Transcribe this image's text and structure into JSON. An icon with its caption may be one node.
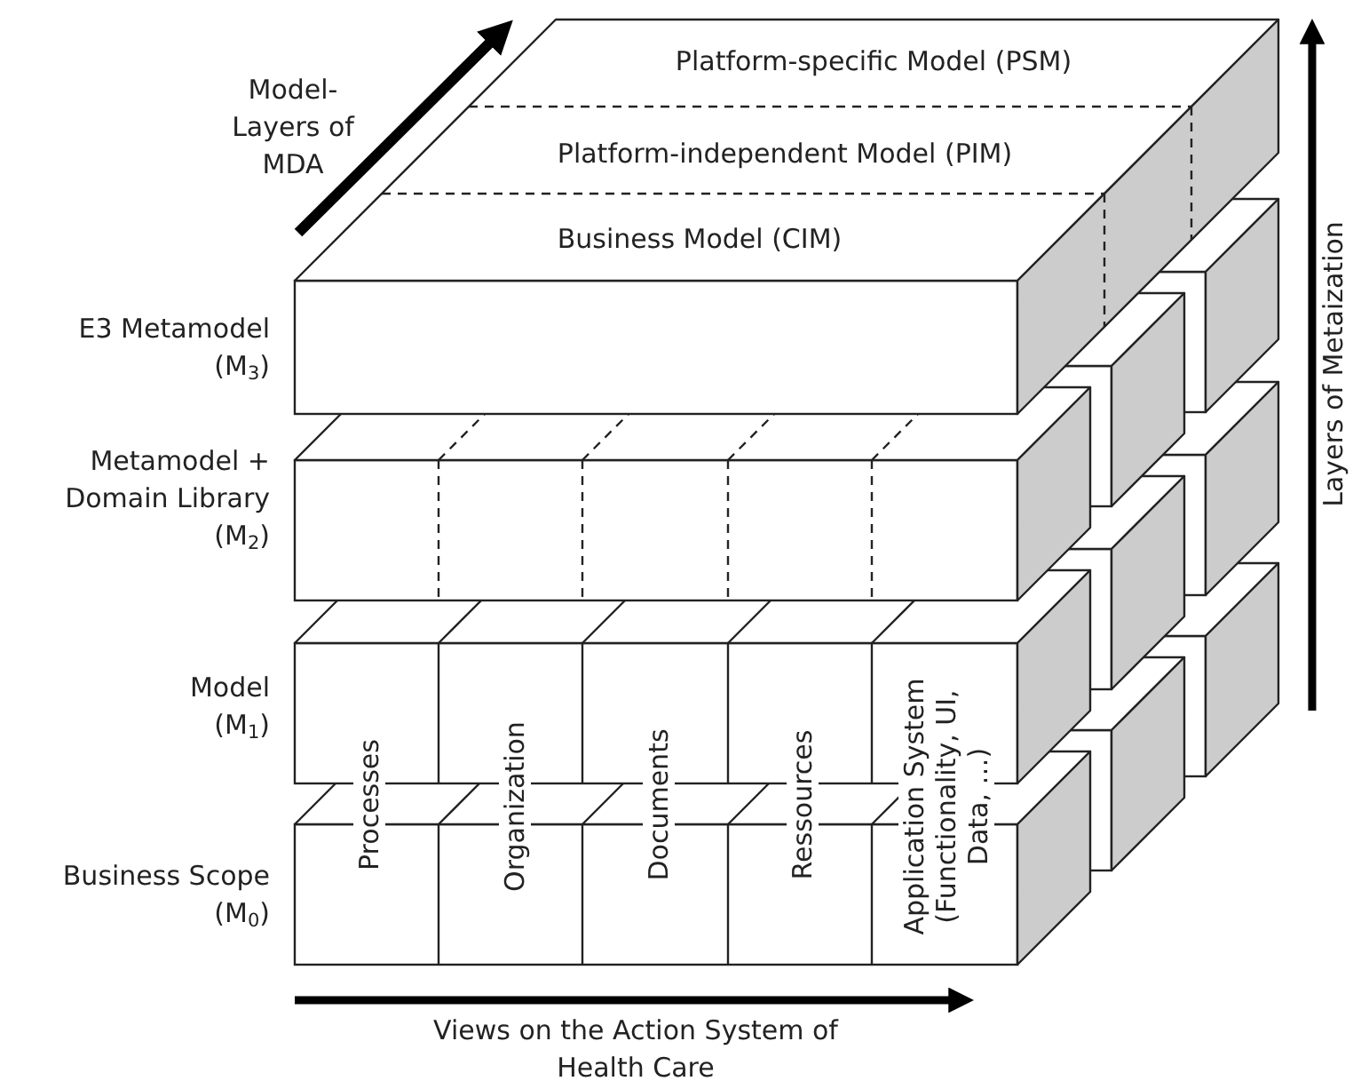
{
  "diagram": {
    "labels": [
      "Model-Layers of MDA",
      "Platform-specific Model (PSM)",
      "Platform-independent Model (PIM)",
      "Business Model (CIM)",
      "Layers of Metaization",
      "E3 Metamodel (M$_{3}$)",
      "Metamodel + Domain Library (M$_{2}$)",
      "Model (M$_{1}$)",
      "Processes",
      "Organization",
      "Documents",
      "Ressources",
      "Application System (Functionality, UI, Data, …)",
      "Business Scope (M$_{0}$)",
      "Views on the Action System of Health Care"
    ]
  }
}
